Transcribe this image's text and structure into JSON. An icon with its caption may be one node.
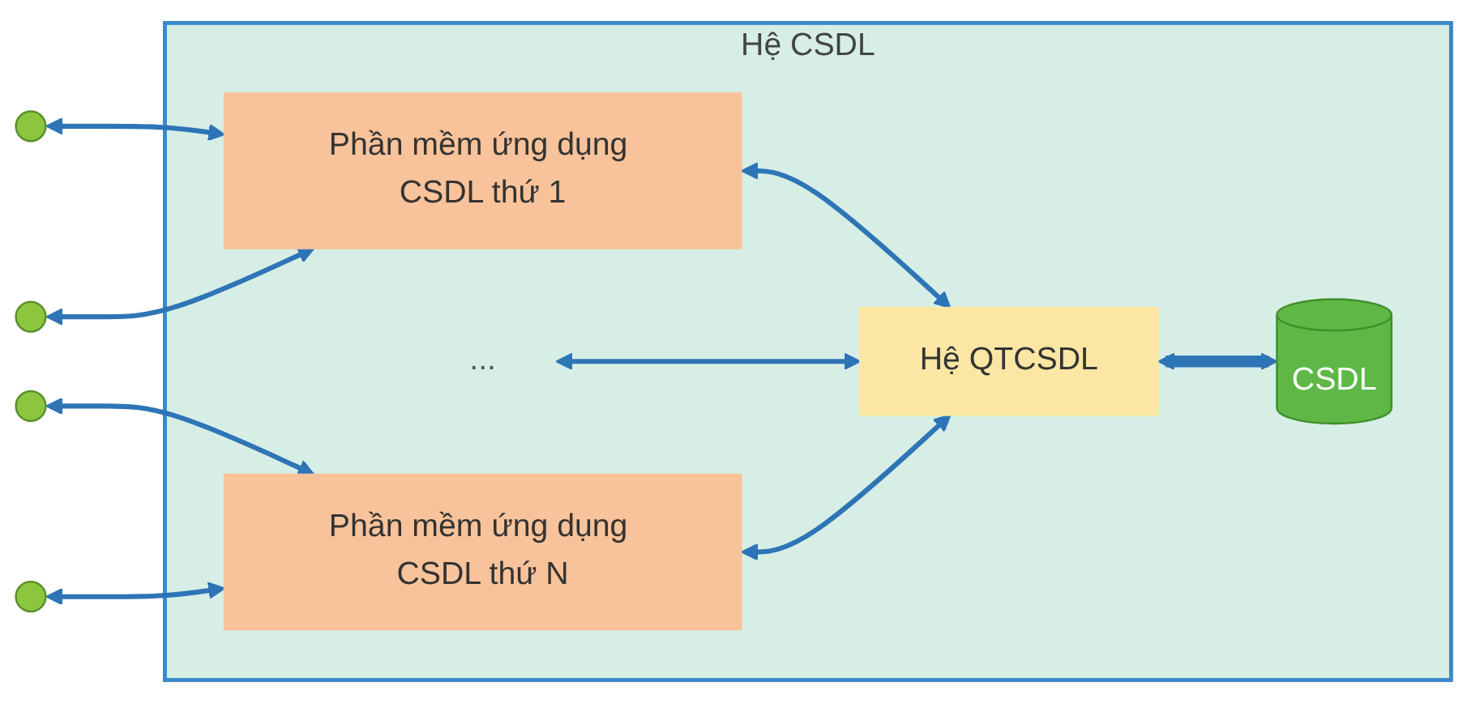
{
  "diagram": {
    "nodes": [
      {
        "text": [],
        "shape": "person"
      },
      {
        "text": [],
        "shape": "person"
      },
      {
        "text": [],
        "shape": "person"
      },
      {
        "text": [],
        "shape": "person"
      },
      {
        "text": [
          "Hệ CSDL"
        ]
      },
      {
        "text": [
          "Phần mềm ứng dụng CSDL thứ 1"
        ],
        "in": 4
      },
      {
        "text": [
          "..."
        ],
        "in": 4
      },
      {
        "text": [
          "Phần mềm ứng dụng CSDL thứ N"
        ],
        "in": 4
      },
      {
        "text": [
          "Hệ QTCSDL"
        ],
        "in": 4
      },
      {
        "text": [
          "CSDL"
        ],
        "in": 4
      }
    ],
    "edges": [
      {
        "from": 0,
        "to": 5,
        "arrow": "both"
      },
      {
        "from": 1,
        "to": 5,
        "arrow": "both"
      },
      {
        "from": 2,
        "to": 7,
        "arrow": "both"
      },
      {
        "from": 3,
        "to": 7,
        "arrow": "both"
      },
      {
        "from": 5,
        "to": 8,
        "arrow": "both"
      },
      {
        "from": 6,
        "to": 8,
        "arrow": "both"
      },
      {
        "from": 7,
        "to": 8,
        "arrow": "both"
      },
      {
        "from": 8,
        "to": 9,
        "arrow": "both",
        "style": "thick"
      }
    ]
  }
}
